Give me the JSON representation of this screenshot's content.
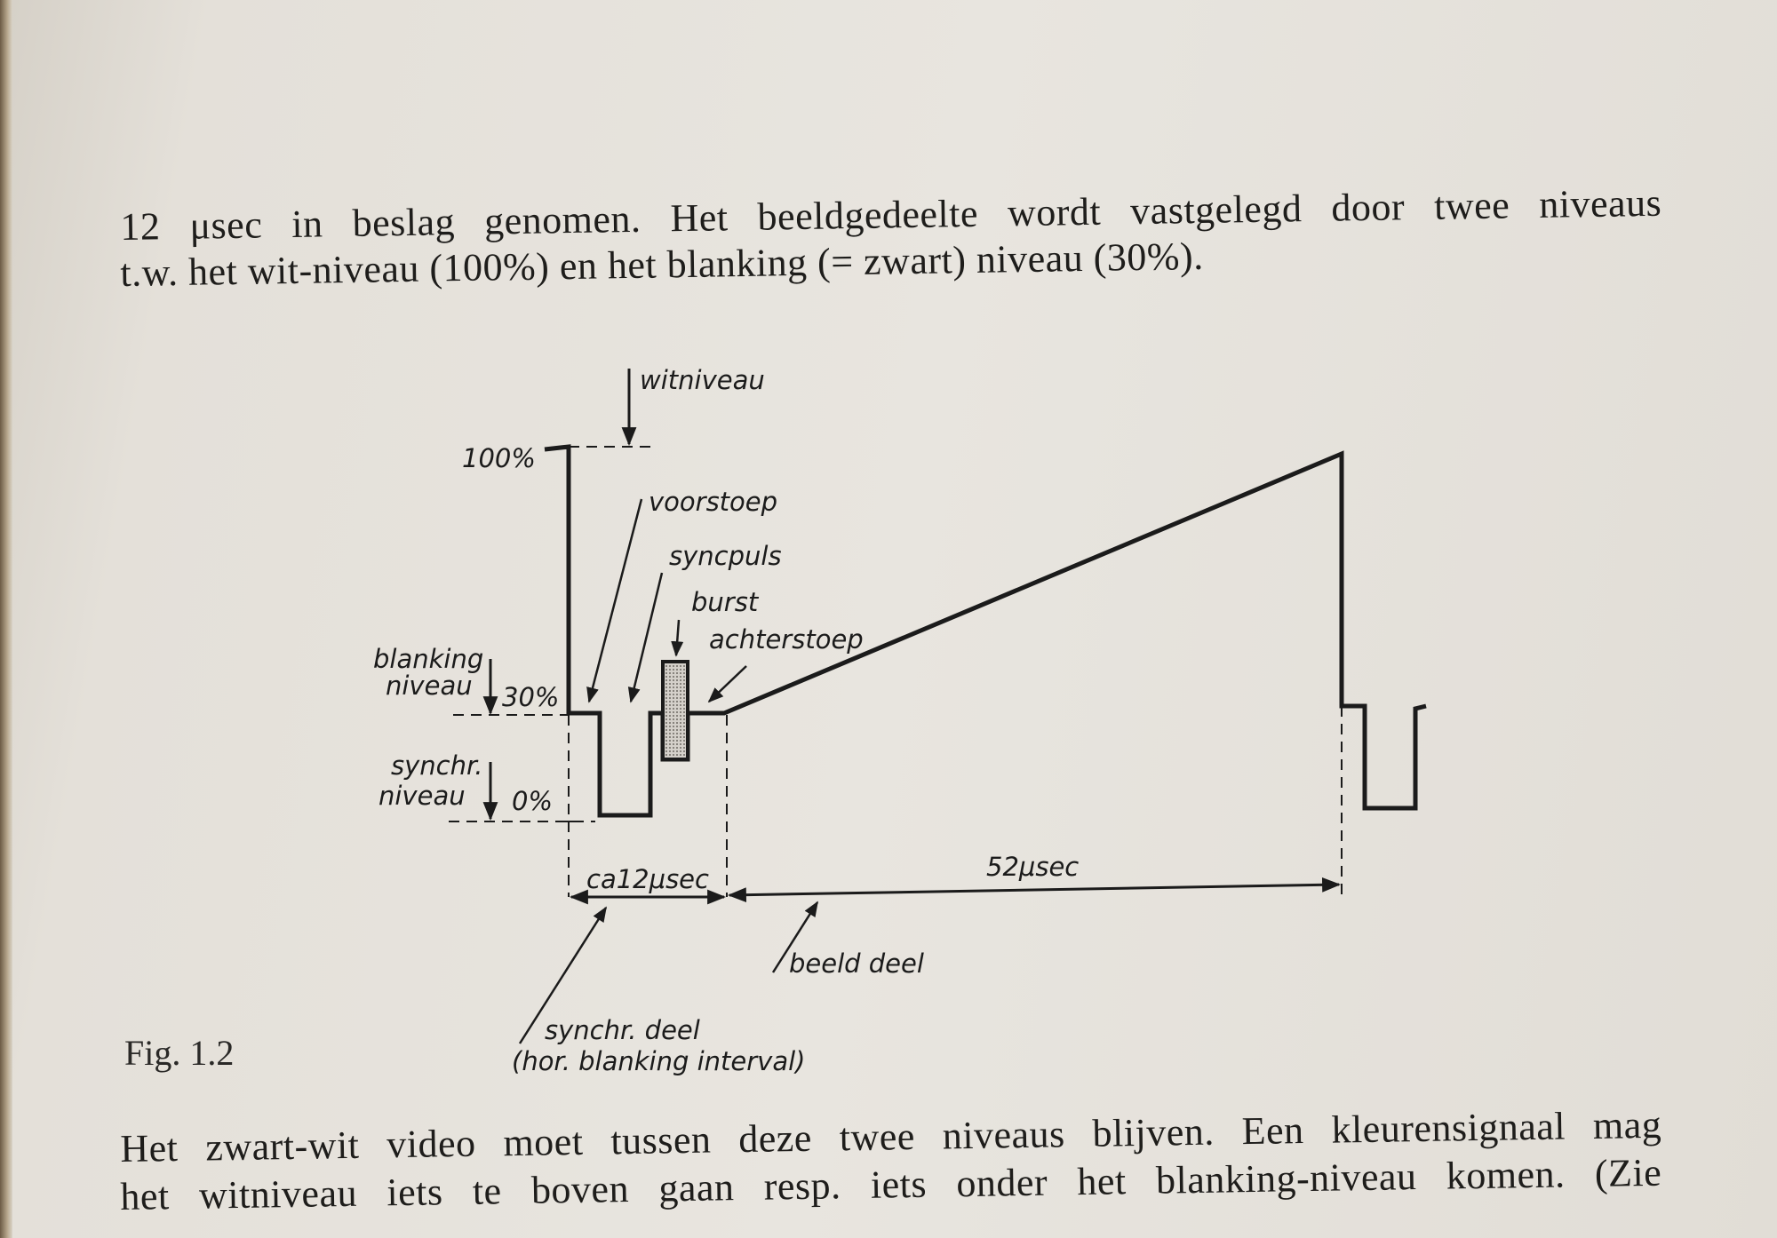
{
  "text": {
    "para1_line1": "12 μsec in beslag genomen. Het beeldgedeelte wordt vastgelegd door twee niveaus",
    "para1_line2": "t.w. het wit-niveau (100%) en het blanking (= zwart) niveau (30%).",
    "para2_line1": "Het zwart-wit video moet tussen deze twee niveaus blijven. Een kleurensignaal mag",
    "para2_line2": "het witniveau iets te boven gaan resp. iets onder het blanking-niveau komen. (Zie",
    "figure_caption": "Fig. 1.2"
  },
  "diagram": {
    "witniveau": "witniveau",
    "pct_100": "100%",
    "voorstoep": "voorstoep",
    "syncpuls": "syncpuls",
    "burst": "burst",
    "achterstoep": "achterstoep",
    "blanking_line1": "blanking",
    "blanking_line2": "niveau",
    "pct_30": "30%",
    "synchr_line1": "synchr.",
    "synchr_line2": "niveau",
    "pct_0": "0%",
    "sync_duration": "ca12μsec",
    "image_duration": "52μsec",
    "beeld_deel": "beeld deel",
    "synchr_deel": "synchr. deel",
    "hor_blanking": "(hor. blanking interval)"
  },
  "colors": {
    "ink": "#1b1b1b",
    "paper": "#e6e2db",
    "burst_fill": "#b9b4ad"
  }
}
